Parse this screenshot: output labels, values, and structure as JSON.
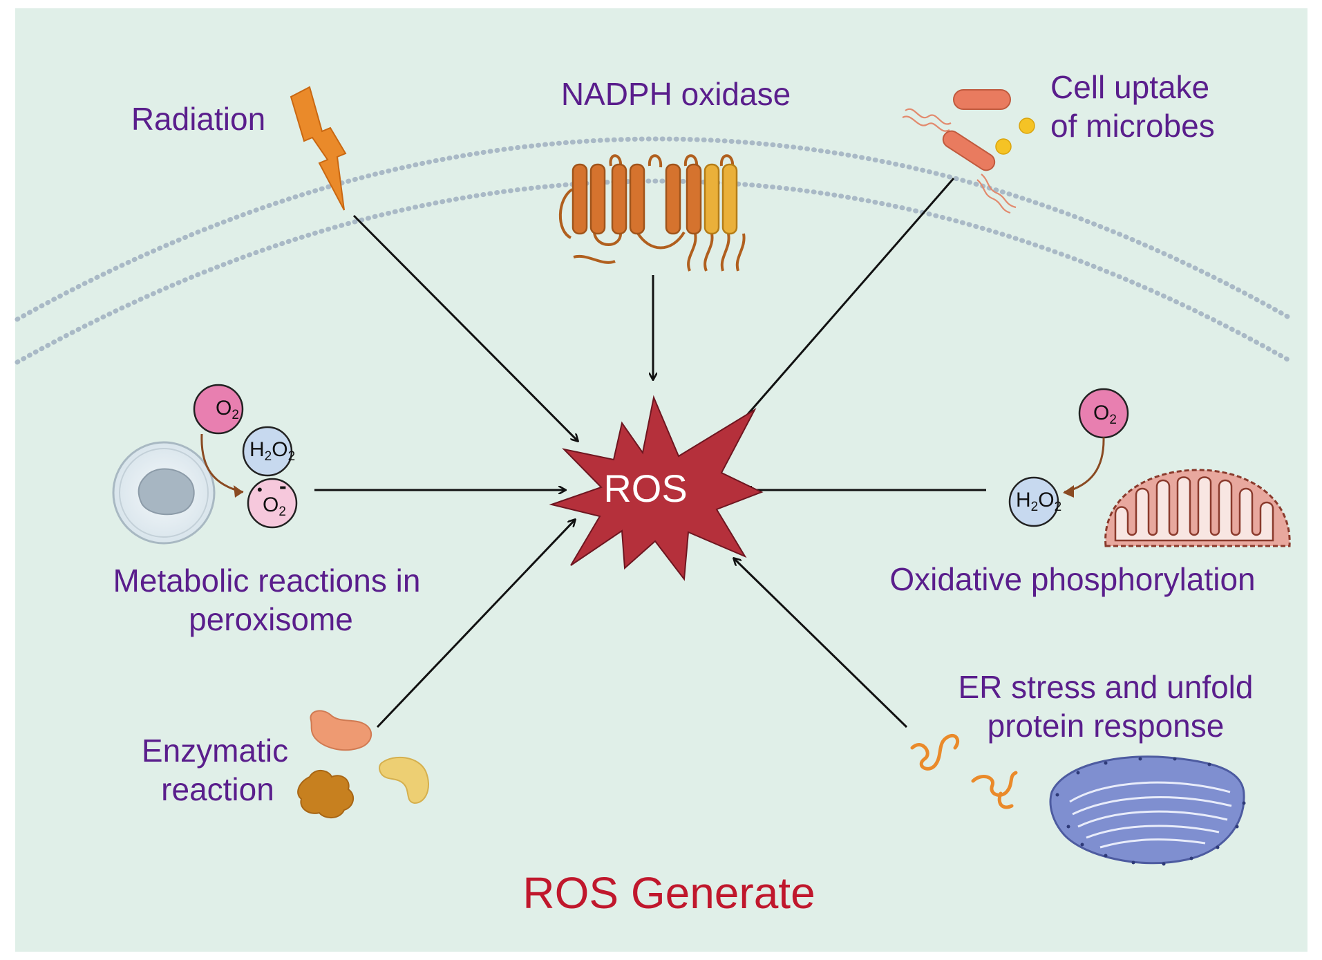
{
  "colors": {
    "background": "#e0efe8",
    "label_text": "#5a1e8c",
    "title_text": "#c0172c",
    "ros_fill": "#b5303b",
    "membrane": "#a9b9c6",
    "arrow": "#111111"
  },
  "sources": {
    "radiation": {
      "label": "Radiation",
      "icon": "lightning-bolt-icon"
    },
    "nadph_oxidase": {
      "label": "NADPH oxidase",
      "icon": "transmembrane-protein-icon"
    },
    "cell_uptake": {
      "line1": "Cell uptake",
      "line2": "of microbes",
      "icon": "bacteria-icon"
    },
    "peroxisome": {
      "line1": "Metabolic reactions in",
      "line2": "peroxisome",
      "icon": "peroxisome-icon"
    },
    "oxphos": {
      "label": "Oxidative phosphorylation",
      "icon": "mitochondrion-icon"
    },
    "enzymatic": {
      "line1": "Enzymatic",
      "line2": "reaction",
      "icon": "enzyme-icon"
    },
    "er_stress": {
      "line1": "ER stress and unfold",
      "line2": "protein response",
      "icon": "endoplasmic-reticulum-icon"
    }
  },
  "molecules": {
    "o2": {
      "base": "O",
      "sub": "2"
    },
    "h2o2": {
      "h": "H",
      "sub1": "2",
      "o": "O",
      "sub2": "2"
    },
    "superoxide": {
      "dot": "•",
      "base": "O",
      "sub": "2",
      "charge": "-"
    }
  },
  "center": {
    "label": "ROS"
  },
  "title": "ROS Generate"
}
